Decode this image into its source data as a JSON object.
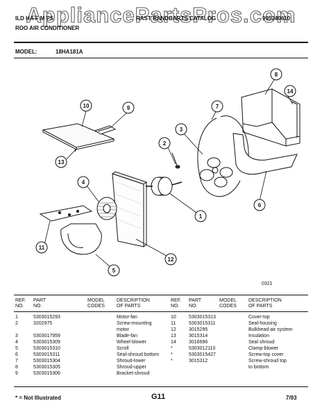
{
  "watermark": "AppliancePartsPros.com",
  "header": {
    "line1_left": "ILD HA F M PS",
    "line2_left": "ROO AIR CONDITIONER",
    "line1_center": "RAST RANDBARTS CATALOG",
    "catalog_number": "995240610"
  },
  "model": {
    "label": "MODEL:",
    "value": "18HA181A"
  },
  "diagram": {
    "callouts": [
      "1",
      "2",
      "3",
      "4",
      "5",
      "6",
      "7",
      "8",
      "9",
      "10",
      "11",
      "12",
      "13",
      "14"
    ],
    "figure_code": "0321"
  },
  "table": {
    "headers": {
      "ref": [
        "REF.",
        "NO."
      ],
      "part": [
        "PART",
        "NO."
      ],
      "model": [
        "MODEL",
        "CODES"
      ],
      "desc": [
        "DESCRIPTION",
        "OF PARTS"
      ]
    },
    "left_rows": [
      {
        "ref": "1",
        "part": "5303015293",
        "desc": "Motor-fan"
      },
      {
        "ref": "2",
        "part": "3202975",
        "desc": "Screw-mounting"
      },
      {
        "ref": "",
        "part": "",
        "desc": "motor"
      },
      {
        "ref": "3",
        "part": "5303017959",
        "desc": "Blade-fan"
      },
      {
        "ref": "4",
        "part": "5303015309",
        "desc": "Wheel-blower"
      },
      {
        "ref": "5",
        "part": "5303015310",
        "desc": "Scroll"
      },
      {
        "ref": "6",
        "part": "5303015311",
        "desc": "Seal-shroud bottom"
      },
      {
        "ref": "7",
        "part": "5303015304",
        "desc": "Shroud-lower"
      },
      {
        "ref": "8",
        "part": "5303015305",
        "desc": "Shroud-upper"
      },
      {
        "ref": "9",
        "part": "5303015306",
        "desc": "Bracket-shroud"
      }
    ],
    "right_rows": [
      {
        "ref": "10",
        "part": "5303015313",
        "desc": "Cover-top"
      },
      {
        "ref": "11",
        "part": "5303015311",
        "desc": "Seal-housing"
      },
      {
        "ref": "12",
        "part": "3015295",
        "desc": "Bulkhead-air system"
      },
      {
        "ref": "13",
        "part": "3015314",
        "desc": "Insulation"
      },
      {
        "ref": "14",
        "part": "3016696",
        "desc": "Seal shroud"
      },
      {
        "ref": "*",
        "part": "5303012110",
        "desc": "Clamp-blower"
      },
      {
        "ref": "*",
        "part": "5303015427",
        "desc": "Screw-top cover"
      },
      {
        "ref": "*",
        "part": "3015312",
        "desc": "Screw-shroud top"
      },
      {
        "ref": "",
        "part": "",
        "desc": "to bottom"
      }
    ]
  },
  "footer": {
    "note": "* = Not Illustrated",
    "page": "G11",
    "date": "7/93"
  }
}
